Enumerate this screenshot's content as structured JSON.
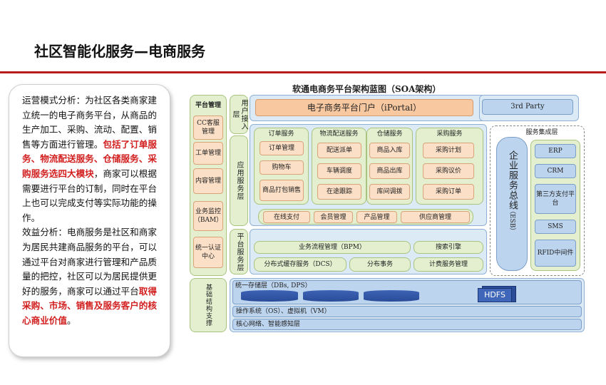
{
  "page": {
    "title": "社区智能化服务—电商服务"
  },
  "left_panel": {
    "p1_normal_a": "运营模式分析：为社区各类商家建立统一的电子商务平台，从商品的生产加工、采购、流动、配置、销售等方面进行管理。",
    "p1_red": "包括了订单服务、物流配送服务、仓储服务、采购服务选四大模块",
    "p1_normal_b": "，商家可以根据需要进行平台的订制，同时在平台上也可以完成支付等实际功能的操作。",
    "p2_normal": "效益分析：电商服务是社区和商家为居民共建商品服务的平台，可以通过平台对商家进行管理和产品质量的把控，社区可以为居民提供更好的服务，商家可以通过平台",
    "p2_red": "取得采购、市场、销售及服务客户的核心商业价值",
    "p2_end": "。"
  },
  "diagram": {
    "title": "软通电商务平台架构蓝图（SOA架构）",
    "platform_mgmt": {
      "title": "平台管理",
      "items": [
        "CC客服管理",
        "工单管理",
        "内容管理",
        "业务监控（BAM）",
        "统一认证中心"
      ]
    },
    "layers": {
      "user_access": "用户接入层",
      "app_service": "应用服务层",
      "platform_service": "平台服务层",
      "base_support": "基础结构支撑"
    },
    "portal": "电子商务平台门户（iPortal）",
    "third_party": "3rd Party",
    "modules": [
      {
        "title": "订单服务",
        "items": [
          "订单管理",
          "购物车",
          "商品打包销售"
        ]
      },
      {
        "title": "物流配送服务",
        "items": [
          "配送派单",
          "车辆调度",
          "在途跟踪"
        ]
      },
      {
        "title": "仓储服务",
        "items": [
          "商品入库",
          "商品出库",
          "库间调拨"
        ]
      },
      {
        "title": "采购服务",
        "items": [
          "采购计划",
          "采购议价",
          "采购订单"
        ]
      }
    ],
    "shared": [
      "在线支付",
      "会员管理",
      "产品管理",
      "供应商管理"
    ],
    "platform_items": {
      "bpm": "业务流程管理（BPM）",
      "search": "搜索引擎",
      "dcs": "分布式缓存服务（DCS）",
      "dist_tx": "分布事务",
      "billing": "计费服务管理"
    },
    "esb": {
      "label_top": "企业服务总线",
      "label_bottom": "（ESB）"
    },
    "integration": {
      "title": "服务集成层",
      "items": [
        "ERP",
        "CRM",
        "第三方支付平台",
        "SMS",
        "RFID中间件"
      ]
    },
    "base": {
      "storage": "统一存储层（DBs, DPS）",
      "hdfs": "HDFS",
      "os": "操作系统（OS）、虚拟机（VM）",
      "network": "核心网络、智能感知层"
    }
  }
}
